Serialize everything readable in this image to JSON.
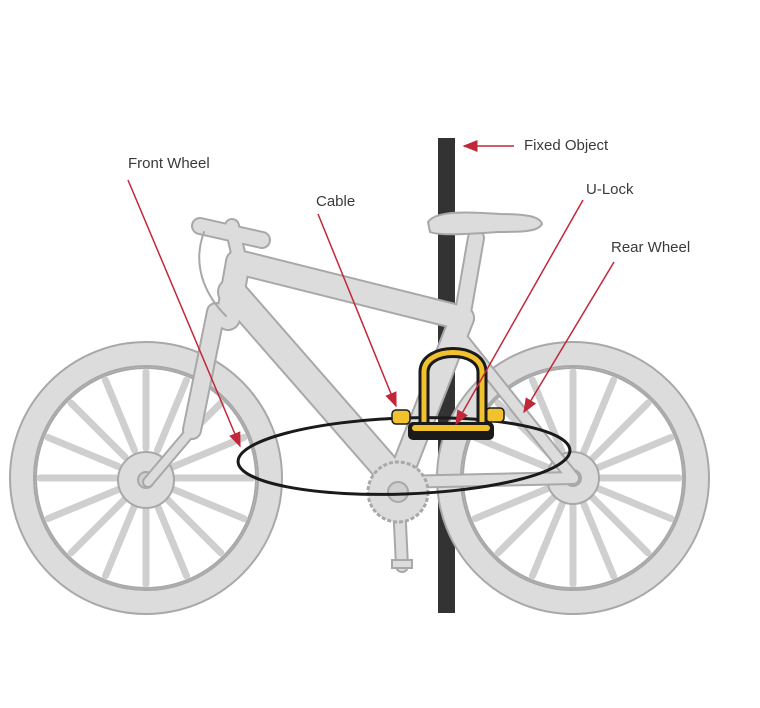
{
  "labels": {
    "front_wheel": "Front Wheel",
    "cable": "Cable",
    "fixed_object": "Fixed Object",
    "u_lock": "U-Lock",
    "rear_wheel": "Rear Wheel"
  },
  "colors": {
    "bike_fill": "#dcdcdc",
    "bike_stroke": "#a8a8a8",
    "spoke": "#ffffff",
    "post": "#333333",
    "cable": "#1a1a1a",
    "lock_yellow": "#f2c12e",
    "arrow": "#c0283a",
    "text": "#3a3a3a"
  }
}
